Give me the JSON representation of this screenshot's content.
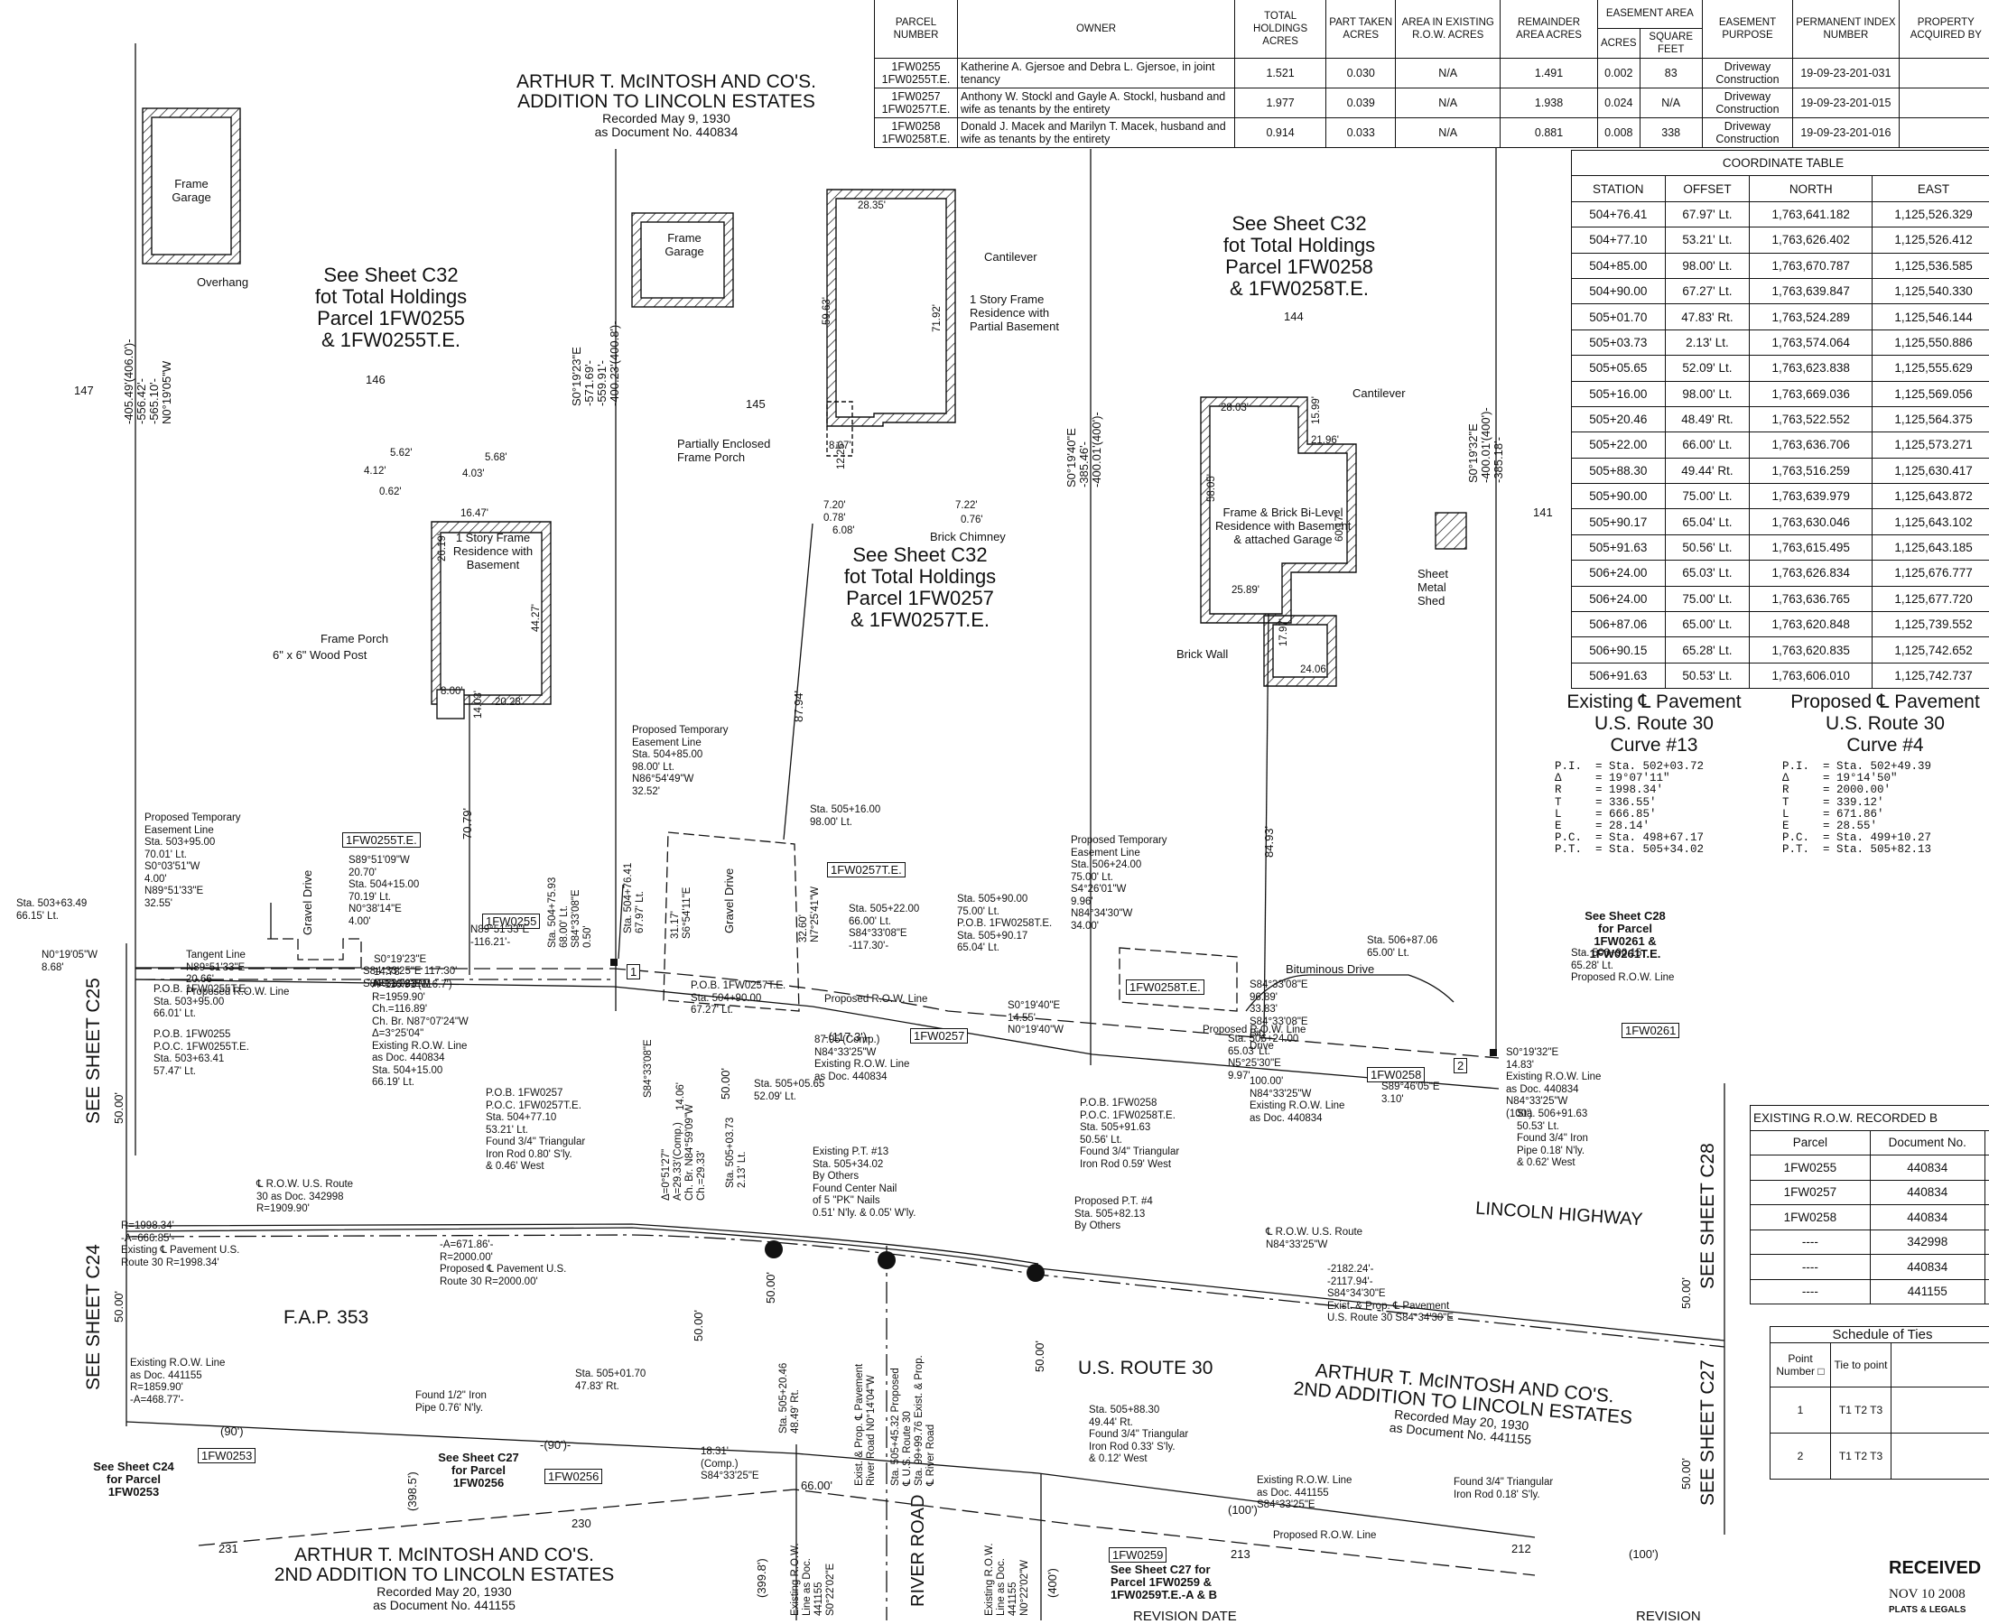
{
  "parcel_table": {
    "headers": [
      "PARCEL NUMBER",
      "OWNER",
      "TOTAL HOLDINGS ACRES",
      "PART TAKEN ACRES",
      "AREA IN EXISTING R.O.W. ACRES",
      "REMAINDER AREA ACRES",
      "EASEMENT AREA",
      "ACRES",
      "SQUARE FEET",
      "EASEMENT PURPOSE",
      "PERMANENT INDEX NUMBER",
      "PROPERTY ACQUIRED BY"
    ],
    "rows": [
      {
        "parcel": "1FW0255\n1FW0255T.E.",
        "owner": "Katherine A. Gjersoe and Debra L. Gjersoe, in joint tenancy",
        "total": "1.521",
        "taken": "0.030",
        "existing": "N/A",
        "remainder": "1.491",
        "acres": "0.002",
        "sqft": "83",
        "purpose": "Driveway Construction",
        "pin": "19-09-23-201-031"
      },
      {
        "parcel": "1FW0257\n1FW0257T.E.",
        "owner": "Anthony W. Stockl and Gayle A. Stockl, husband and wife as tenants by the entirety",
        "total": "1.977",
        "taken": "0.039",
        "existing": "N/A",
        "remainder": "1.938",
        "acres": "0.024",
        "sqft": "N/A",
        "purpose": "Driveway Construction",
        "pin": "19-09-23-201-015"
      },
      {
        "parcel": "1FW0258\n1FW0258T.E.",
        "owner": "Donald J. Macek and Marilyn T. Macek, husband and wife as tenants by the entirety",
        "total": "0.914",
        "taken": "0.033",
        "existing": "N/A",
        "remainder": "0.881",
        "acres": "0.008",
        "sqft": "338",
        "purpose": "Driveway Construction",
        "pin": "19-09-23-201-016"
      }
    ]
  },
  "coordinate_table": {
    "title": "COORDINATE TABLE",
    "headers": [
      "STATION",
      "OFFSET",
      "NORTH",
      "EAST"
    ],
    "rows": [
      [
        "504+76.41",
        "67.97' Lt.",
        "1,763,641.182",
        "1,125,526.329"
      ],
      [
        "504+77.10",
        "53.21' Lt.",
        "1,763,626.402",
        "1,125,526.412"
      ],
      [
        "504+85.00",
        "98.00' Lt.",
        "1,763,670.787",
        "1,125,536.585"
      ],
      [
        "504+90.00",
        "67.27' Lt.",
        "1,763,639.847",
        "1,125,540.330"
      ],
      [
        "505+01.70",
        "47.83' Rt.",
        "1,763,524.289",
        "1,125,546.144"
      ],
      [
        "505+03.73",
        "2.13' Lt.",
        "1,763,574.064",
        "1,125,550.886"
      ],
      [
        "505+05.65",
        "52.09' Lt.",
        "1,763,623.838",
        "1,125,555.629"
      ],
      [
        "505+16.00",
        "98.00' Lt.",
        "1,763,669.036",
        "1,125,569.056"
      ],
      [
        "505+20.46",
        "48.49' Rt.",
        "1,763,522.552",
        "1,125,564.375"
      ],
      [
        "505+22.00",
        "66.00' Lt.",
        "1,763,636.706",
        "1,125,573.271"
      ],
      [
        "505+88.30",
        "49.44' Rt.",
        "1,763,516.259",
        "1,125,630.417"
      ],
      [
        "505+90.00",
        "75.00' Lt.",
        "1,763,639.979",
        "1,125,643.872"
      ],
      [
        "505+90.17",
        "65.04' Lt.",
        "1,763,630.046",
        "1,125,643.102"
      ],
      [
        "505+91.63",
        "50.56' Lt.",
        "1,763,615.495",
        "1,125,643.185"
      ],
      [
        "506+24.00",
        "65.03' Lt.",
        "1,763,626.834",
        "1,125,676.777"
      ],
      [
        "506+24.00",
        "75.00' Lt.",
        "1,763,636.765",
        "1,125,677.720"
      ],
      [
        "506+87.06",
        "65.00' Lt.",
        "1,763,620.848",
        "1,125,739.552"
      ],
      [
        "506+90.15",
        "65.28' Lt.",
        "1,763,620.835",
        "1,125,742.652"
      ],
      [
        "506+91.63",
        "50.53' Lt.",
        "1,763,606.010",
        "1,125,742.737"
      ]
    ]
  },
  "curve13": {
    "heading": [
      "Existing ℄ Pavement",
      "U.S. Route 30",
      "Curve #13"
    ],
    "body": "P.I.  = Sta. 502+03.72\nΔ     = 19°07'11\"\nR     = 1998.34'\nT     = 336.55'\nL     = 666.85'\nE     = 28.14'\nP.C.  = Sta. 498+67.17\nP.T.  = Sta. 505+34.02"
  },
  "curve4": {
    "heading": [
      "Proposed ℄ Pavement",
      "U.S. Route 30",
      "Curve #4"
    ],
    "body": "P.I.  = Sta. 502+49.39\nΔ     = 19°14'50\"\nR     = 2000.00'\nT     = 339.12'\nL     = 671.86'\nE     = 28.55'\nP.C.  = Sta. 499+10.27\nP.T.  = Sta. 505+82.13"
  },
  "row_table": {
    "title": "EXISTING R.O.W. RECORDED B",
    "headers": [
      "Parcel",
      "Document No."
    ],
    "rows": [
      [
        "1FW0255",
        "440834"
      ],
      [
        "1FW0257",
        "440834"
      ],
      [
        "1FW0258",
        "440834"
      ],
      [
        "----",
        "342998"
      ],
      [
        "----",
        "440834"
      ],
      [
        "----",
        "441155"
      ]
    ]
  },
  "ties_table": {
    "title": "Schedule of Ties",
    "headers": [
      "Point Number □",
      "Tie to point"
    ],
    "rows": [
      [
        "1",
        "T1 T2 T3"
      ],
      [
        "2",
        "T1 T2 T3"
      ]
    ]
  },
  "subdivision_titles": {
    "addition_top": [
      "ARTHUR T. McINTOSH AND CO'S.",
      "ADDITION TO LINCOLN ESTATES",
      "Recorded May 9, 1930",
      "as Document No. 440834"
    ],
    "second_addition_mid": [
      "ARTHUR T. McINTOSH AND CO'S.",
      "2ND ADDITION TO LINCOLN ESTATES",
      "Recorded May 20, 1930",
      "as Document No. 441155"
    ],
    "second_addition_bottom": [
      "ARTHUR T. McINTOSH AND CO'S.",
      "2ND ADDITION TO LINCOLN ESTATES",
      "Recorded May 20, 1930",
      "as Document No. 441155"
    ]
  },
  "see_sheets": {
    "p255": [
      "See Sheet C32",
      "fot Total Holdings",
      "Parcel 1FW0255",
      "& 1FW0255T.E."
    ],
    "p257": [
      "See Sheet C32",
      "fot Total Holdings",
      "Parcel 1FW0257",
      "& 1FW0257T.E."
    ],
    "p258": [
      "See Sheet C32",
      "fot Total Holdings",
      "Parcel 1FW0258",
      "& 1FW0258T.E."
    ],
    "c28_parcel": [
      "See Sheet C28",
      "for Parcel",
      "1FW0261 &",
      "1FW0261T.E."
    ],
    "c24_parcel": [
      "See Sheet C24",
      "for Parcel",
      "1FW0253"
    ],
    "c27_parcel": [
      "See Sheet C27",
      "for Parcel",
      "1FW0256"
    ],
    "c27_parcel259": [
      "See Sheet C27 for",
      "Parcel 1FW0259 &",
      "1FW0259T.E.-A & B"
    ],
    "c25": "SEE SHEET C25",
    "c24": "SEE SHEET C24",
    "c28": "SEE SHEET C28",
    "c27": "SEE SHEET C27"
  },
  "lot_numbers": [
    "147",
    "146",
    "145",
    "144",
    "141",
    "230",
    "231",
    "213",
    "212"
  ],
  "road_labels": {
    "lincoln_highway": "LINCOLN HIGHWAY",
    "us_route_30": "U.S. ROUTE 30",
    "fap": "F.A.P. 353",
    "river_road": "RIVER ROAD"
  },
  "parcel_boxes": [
    "1FW0255T.E.",
    "1FW0255",
    "1FW0257T.E.",
    "1FW0257",
    "1FW0258T.E.",
    "1FW0258",
    "1FW0261",
    "1FW0253",
    "1FW0256",
    "1FW0259"
  ],
  "building_labels": {
    "garage_147": [
      "Frame",
      "Garage"
    ],
    "overhang": "Overhang",
    "garage_145": [
      "Frame",
      "Garage"
    ],
    "res_145": [
      "1 Story Frame",
      "Residence with",
      "Partial Basement"
    ],
    "cantilever": "Cantilever",
    "porch_145": [
      "Partially Enclosed",
      "Frame Porch"
    ],
    "chimney": "Brick Chimney",
    "res_146": [
      "1 Story Frame",
      "Residence with",
      "Basement"
    ],
    "frame_porch": "Frame Porch",
    "wood_post": "6\" x 6\" Wood Post",
    "res_144": [
      "Frame & Brick Bi-Level",
      "Residence with Basement",
      "& attached Garage"
    ],
    "shed": [
      "Sheet",
      "Metal",
      "Shed"
    ],
    "brick_wall": "Brick Wall",
    "gravel_drive": "Gravel Drive",
    "bit_drive": "Bituminous Drive"
  },
  "annotations": {
    "a1": [
      "Proposed Temporary",
      "Easement Line",
      "Sta. 503+95.00",
      "70.01' Lt.",
      "S0°03'51\"W",
      "4.00'",
      "N89°51'33\"E",
      "32.55'"
    ],
    "a2": [
      "Sta. 503+63.49",
      "66.15' Lt."
    ],
    "a3": [
      "N0°19'05\"W",
      "8.68'"
    ],
    "a4": [
      "P.O.B. 1FW0255T.E.",
      "Sta. 503+95.00",
      "66.01' Lt."
    ],
    "a5": [
      "P.O.B. 1FW0255",
      "P.O.C. 1FW0255T.E.",
      "Sta. 503+63.41",
      "57.47' Lt."
    ],
    "a6": [
      "S89°51'09\"W",
      "20.70'",
      "Sta. 504+15.00",
      "70.19' Lt.",
      "N0°38'14\"E",
      "4.00'"
    ],
    "a7": [
      "N89°51'33\"E",
      "-116.21'-"
    ],
    "a8": [
      "S0°19'23\"E",
      "14.78'",
      "N0°19'23\"W"
    ],
    "a9": [
      "A=116.91'(116.7')",
      "R=1959.90'",
      "Ch.=116.89'",
      "Ch. Br. N87°07'24\"W",
      "Δ=3°25'04\"",
      "Existing R.O.W. Line",
      "as Doc. 440834",
      "Sta. 504+15.00",
      "66.19' Lt."
    ],
    "a10": [
      "S84°33'25\"E  117.30'",
      "S84°33'08\"E"
    ],
    "a11": [
      "P.O.B. 1FW0257",
      "P.O.C. 1FW0257T.E.",
      "Sta. 504+77.10",
      "53.21' Lt.",
      "Found 3/4\" Triangular",
      "Iron Rod 0.80' S'ly.",
      "& 0.46' West"
    ],
    "a12": [
      "Proposed Temporary",
      "Easement Line",
      "Sta. 504+85.00",
      "98.00' Lt.",
      "N86°54'49\"W",
      "32.52'"
    ],
    "a13": [
      "Sta. 505+16.00",
      "98.00' Lt."
    ],
    "a14": [
      "Sta. 505+22.00",
      "66.00' Lt.",
      "S84°33'08\"E",
      "-117.30'-"
    ],
    "a15": [
      "P.O.B. 1FW0257T.E.",
      "Sta. 504+90.00",
      "67.27' Lt."
    ],
    "a16": [
      "87.95'(Comp.)",
      "N84°33'25\"W",
      "Existing R.O.W. Line",
      "as Doc. 440834"
    ],
    "a17": [
      "Sta. 505+05.65",
      "52.09' Lt."
    ],
    "a18": [
      "Sta. 505+90.00",
      "75.00' Lt.",
      "P.O.B. 1FW0258T.E.",
      "Sta. 505+90.17",
      "65.04' Lt."
    ],
    "a19": [
      "Proposed Temporary",
      "Easement Line",
      "Sta. 506+24.00",
      "75.00' Lt.",
      "S4°26'01\"W",
      "9.96'",
      "N84°34'30\"W",
      "34.00'"
    ],
    "a20": [
      "S0°19'40\"E",
      "14.55'",
      "N0°19'40\"W"
    ],
    "a21": [
      "S84°33'08\"E",
      "96.89'",
      "33.83'",
      "S84°33'08\"E",
      "Bit.",
      "Drive"
    ],
    "a22": [
      "Sta. 506+24.00",
      "65.03' Lt.",
      "N5°25'30\"E",
      "9.97'"
    ],
    "a23": [
      "P.O.B. 1FW0258",
      "P.O.C. 1FW0258T.E.",
      "Sta. 505+91.63",
      "50.56' Lt.",
      "Found 3/4\" Triangular",
      "Iron Rod 0.59' West"
    ],
    "a24": [
      "100.00'",
      "N84°33'25\"W",
      "Existing R.O.W. Line",
      "as Doc. 440834"
    ],
    "a25": [
      "S89°46'05\"E",
      "3.10'"
    ],
    "a26": [
      "Sta. 506+87.06",
      "65.00' Lt."
    ],
    "a27": [
      "Sta. 506+90.15",
      "65.28' Lt.",
      "Proposed R.O.W. Line"
    ],
    "a28": [
      "S0°19'32\"E",
      "14.83'",
      "Existing R.O.W. Line",
      "as Doc. 440834",
      "N84°33'25\"W",
      "(100')"
    ],
    "a29": [
      "Sta. 506+91.63",
      "50.53' Lt.",
      "Found 3/4\" Iron",
      "Pipe 0.18' N'ly.",
      "& 0.62' West"
    ],
    "a30": [
      "Existing P.T. #13",
      "Sta. 505+34.02",
      "By Others",
      "Found Center Nail",
      "of 5 \"PK\" Nails",
      "0.51' N'ly. & 0.05' W'ly."
    ],
    "a31": [
      "Proposed P.T. #4",
      "Sta. 505+82.13",
      "By Others"
    ],
    "a32": [
      "℄ R.O.W. U.S. Route",
      "N84°33'25\"W"
    ],
    "a33": [
      "-2182.24'-",
      "-2117.94'-",
      "S84°34'30\"E",
      "Exist. & Prop. ℄ Pavement",
      "U.S. Route 30 S84°34'30\"E"
    ],
    "a34": [
      "℄ R.O.W. U.S. Route",
      "30 as Doc. 342998",
      "R=1909.90'"
    ],
    "a35": [
      "R=1998.34'",
      "-A=666.85'-",
      "Existing ℄ Pavement U.S.",
      "Route 30 R=1998.34'"
    ],
    "a36": [
      "-A=671.86'-",
      "R=2000.00'",
      "Proposed ℄ Pavement U.S.",
      "Route 30 R=2000.00'"
    ],
    "a37": [
      "Existing R.O.W. Line",
      "as Doc. 441155",
      "R=1859.90'",
      "-A=468.77'-"
    ],
    "a38": [
      "Found 1/2\" Iron",
      "Pipe 0.76' N'ly."
    ],
    "a39": [
      "Sta. 505+01.70",
      "47.83' Rt."
    ],
    "a40": [
      "18.31'",
      "(Comp.)",
      "S84°33'25\"E"
    ],
    "a41": [
      "Sta. 505+88.30",
      "49.44' Rt.",
      "Found 3/4\" Triangular",
      "Iron Rod 0.33' S'ly.",
      "& 0.12' West"
    ],
    "a42": [
      "Existing R.O.W. Line",
      "as Doc. 441155",
      "S84°33'25\"E"
    ],
    "a43": [
      "Found 3/4\" Triangular",
      "Iron Rod 0.18' S'ly."
    ],
    "a44": [
      "Proposed R.O.W. Line"
    ],
    "a45": [
      "Tangent Line",
      "N89°51'33\"E",
      "20.66'",
      "Proposed R.O.W. Line"
    ],
    "a46": [
      "Proposed R.O.W. Line"
    ],
    "a47": [
      "Proposed R.O.W. Line"
    ]
  },
  "vertical_dims": {
    "v1": [
      "-405.49'(406.0')-",
      "-556.42'-",
      "-565.10'-",
      "N0°19'05\"W"
    ],
    "v2": [
      "S0°19'23\"E",
      "-571.69'-",
      "-559.91'-",
      "-400.23'(400.8')-"
    ],
    "v3": [
      "S0°19'40\"E",
      "-385.46'-",
      "-400.01'(400')-"
    ],
    "v4": [
      "S0°19'32\"E",
      "-400.01'(400')-",
      "-385.18'-"
    ],
    "v5": "70.79'",
    "v6": "87.94'",
    "v7": "84.93'",
    "v8": [
      "Sta. 504+75.93",
      "68.00' Lt.",
      "S84°33'08\"E",
      "0.50'"
    ],
    "v9": [
      "Sta. 504+76.41",
      "67.97' Lt."
    ],
    "v10": [
      "31.17'",
      "S6°54'11\"E"
    ],
    "v11": [
      "32.60'",
      "N7°25'41\"W"
    ],
    "v12": [
      "Δ=0°51'27\"",
      "A=29.33'(Comp.)",
      "Ch. Br. N84°59'09\"W",
      "Ch.=29.33'"
    ],
    "v13": [
      "Sta. 505+03.73",
      "2.13' Lt."
    ],
    "v14": [
      "Sta. 505+20.46",
      "48.49' Rt."
    ],
    "v15": [
      "Exist. & Prop. ℄ Pavement",
      "River Road N0°14'04\"W"
    ],
    "v16": [
      "Sta. 505+45.32 Proposed",
      "℄ U.S. Route 30",
      "Sta. 99+99.76 Exist. & Prop.",
      "℄ River Road"
    ],
    "v17": [
      "Existing R.O.W.",
      "Line as Doc.",
      "441155",
      "S0°22'02\"E"
    ],
    "v18": [
      "Existing R.O.W.",
      "Line as Doc.",
      "441155",
      "N0°22'02\"W"
    ],
    "v19": "(399.8')",
    "v20": "(400')",
    "v21": "(398.5')",
    "v22": "50.00'",
    "v23": "14.06'",
    "v24": "S84°33'08\"E"
  },
  "building_dims": [
    "28.35'",
    "59.63'",
    "71.92'",
    "8.07'",
    "12.25'",
    "7.20'",
    "0.78'",
    "6.08'",
    "7.22'",
    "0.76'",
    "5.62'",
    "5.68'",
    "4.12'",
    "4.03'",
    "0.62'",
    "16.47'",
    "26.19'",
    "44.27'",
    "8.00'",
    "14.03'",
    "20.28'",
    "28.03'",
    "15.99'",
    "21.96'",
    "58.05'",
    "60.17'",
    "25.89'",
    "17.97'",
    "24.06'"
  ],
  "misc_labels": {
    "tie1": "1",
    "tie2": "2",
    "paren90a": "(90')",
    "paren90b": "-(90')-",
    "paren100a": "(100')",
    "paren100b": "(100')",
    "dim66": "66.00'",
    "comp1173": "-(117.3')-",
    "dim50a": "50.00'",
    "dim50b": "50.00'"
  },
  "footer": {
    "received": "RECEIVED",
    "stamp_date": "NOV 10 2008",
    "stamp_dept": "PLATS & LEGALS",
    "revision_date": "REVISION DATE",
    "revision": "REVISION"
  }
}
